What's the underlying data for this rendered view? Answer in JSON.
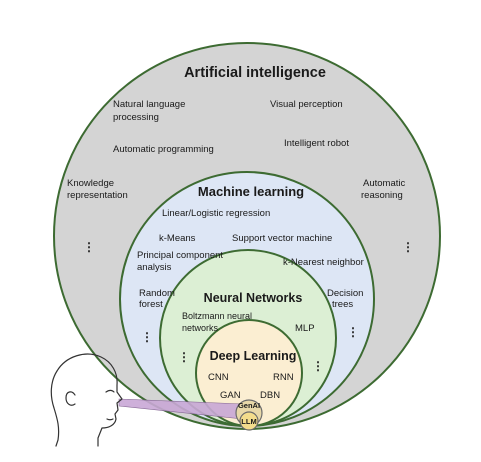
{
  "ai": {
    "title": "Artificial intelligence",
    "nlp": [
      "Natural language",
      "processing"
    ],
    "visual": "Visual perception",
    "autoprog": "Automatic programming",
    "robot": "Intelligent robot",
    "knowledge": [
      "Knowledge",
      "representation"
    ],
    "reasoning": [
      "Automatic",
      "reasoning"
    ],
    "ellipsis": "⋮"
  },
  "ml": {
    "title": "Machine learning",
    "linlog": "Linear/Logistic regression",
    "kmeans": "k-Means",
    "svm": "Support vector machine",
    "pca": [
      "Principal component",
      "analysis"
    ],
    "knn": "k-Nearest neighbor",
    "rf": [
      "Random",
      "forest"
    ],
    "dt": [
      "Decision",
      "trees"
    ],
    "ellipsis": "⋮"
  },
  "nn": {
    "title": "Neural Networks",
    "boltz": [
      "Boltzmann neural",
      "networks"
    ],
    "mlp": "MLP",
    "ellipsis": "⋮"
  },
  "dl": {
    "title": "Deep Learning",
    "cnn": "CNN",
    "rnn": "RNN",
    "gan": "GAN",
    "dbn": "DBN"
  },
  "genai": "GenAI",
  "llm": "LLM",
  "colors": {
    "ai_fill": "#d4d4d4",
    "ml_fill": "#dde6f5",
    "nn_fill": "#dcefd4",
    "dl_fill": "#fbeed2",
    "genai_fill": "#e8d8a8",
    "llm_fill": "#f3dc8c",
    "beam_fill": "#c9a8d6",
    "outline": "#3d6b32"
  }
}
